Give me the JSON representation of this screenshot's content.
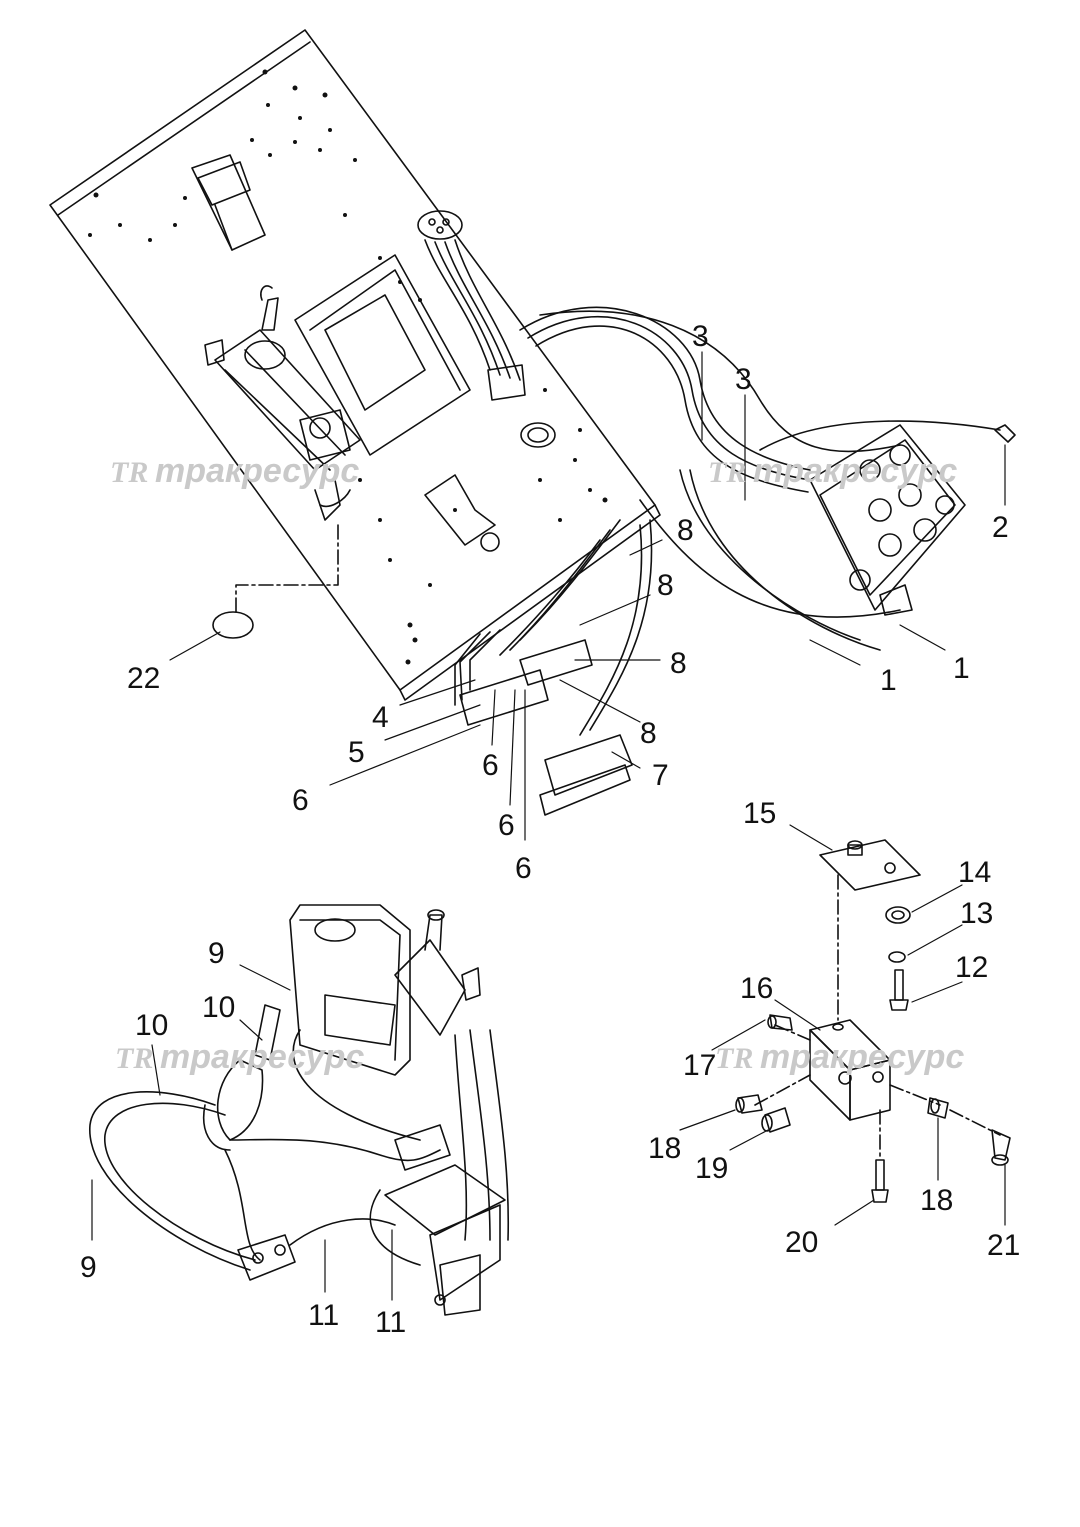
{
  "callouts": [
    {
      "id": "c1a",
      "text": "1"
    },
    {
      "id": "c1b",
      "text": "1"
    },
    {
      "id": "c2",
      "text": "2"
    },
    {
      "id": "c3a",
      "text": "3"
    },
    {
      "id": "c3b",
      "text": "3"
    },
    {
      "id": "c4",
      "text": "4"
    },
    {
      "id": "c5",
      "text": "5"
    },
    {
      "id": "c6a",
      "text": "6"
    },
    {
      "id": "c6b",
      "text": "6"
    },
    {
      "id": "c6c",
      "text": "6"
    },
    {
      "id": "c6d",
      "text": "6"
    },
    {
      "id": "c7",
      "text": "7"
    },
    {
      "id": "c8a",
      "text": "8"
    },
    {
      "id": "c8b",
      "text": "8"
    },
    {
      "id": "c8c",
      "text": "8"
    },
    {
      "id": "c8d",
      "text": "8"
    },
    {
      "id": "c9a",
      "text": "9"
    },
    {
      "id": "c9b",
      "text": "9"
    },
    {
      "id": "c10a",
      "text": "10"
    },
    {
      "id": "c10b",
      "text": "10"
    },
    {
      "id": "c11a",
      "text": "11"
    },
    {
      "id": "c11b",
      "text": "11"
    },
    {
      "id": "c12",
      "text": "12"
    },
    {
      "id": "c13",
      "text": "13"
    },
    {
      "id": "c14",
      "text": "14"
    },
    {
      "id": "c15",
      "text": "15"
    },
    {
      "id": "c16",
      "text": "16"
    },
    {
      "id": "c17",
      "text": "17"
    },
    {
      "id": "c18a",
      "text": "18"
    },
    {
      "id": "c18b",
      "text": "18"
    },
    {
      "id": "c19",
      "text": "19"
    },
    {
      "id": "c20",
      "text": "20"
    },
    {
      "id": "c21",
      "text": "21"
    },
    {
      "id": "c22",
      "text": "22"
    }
  ],
  "watermark": {
    "logo": "TR",
    "text": "тракресурс",
    "color": "#c9c9c9"
  },
  "colors": {
    "line": "#111111",
    "background": "#ffffff"
  }
}
